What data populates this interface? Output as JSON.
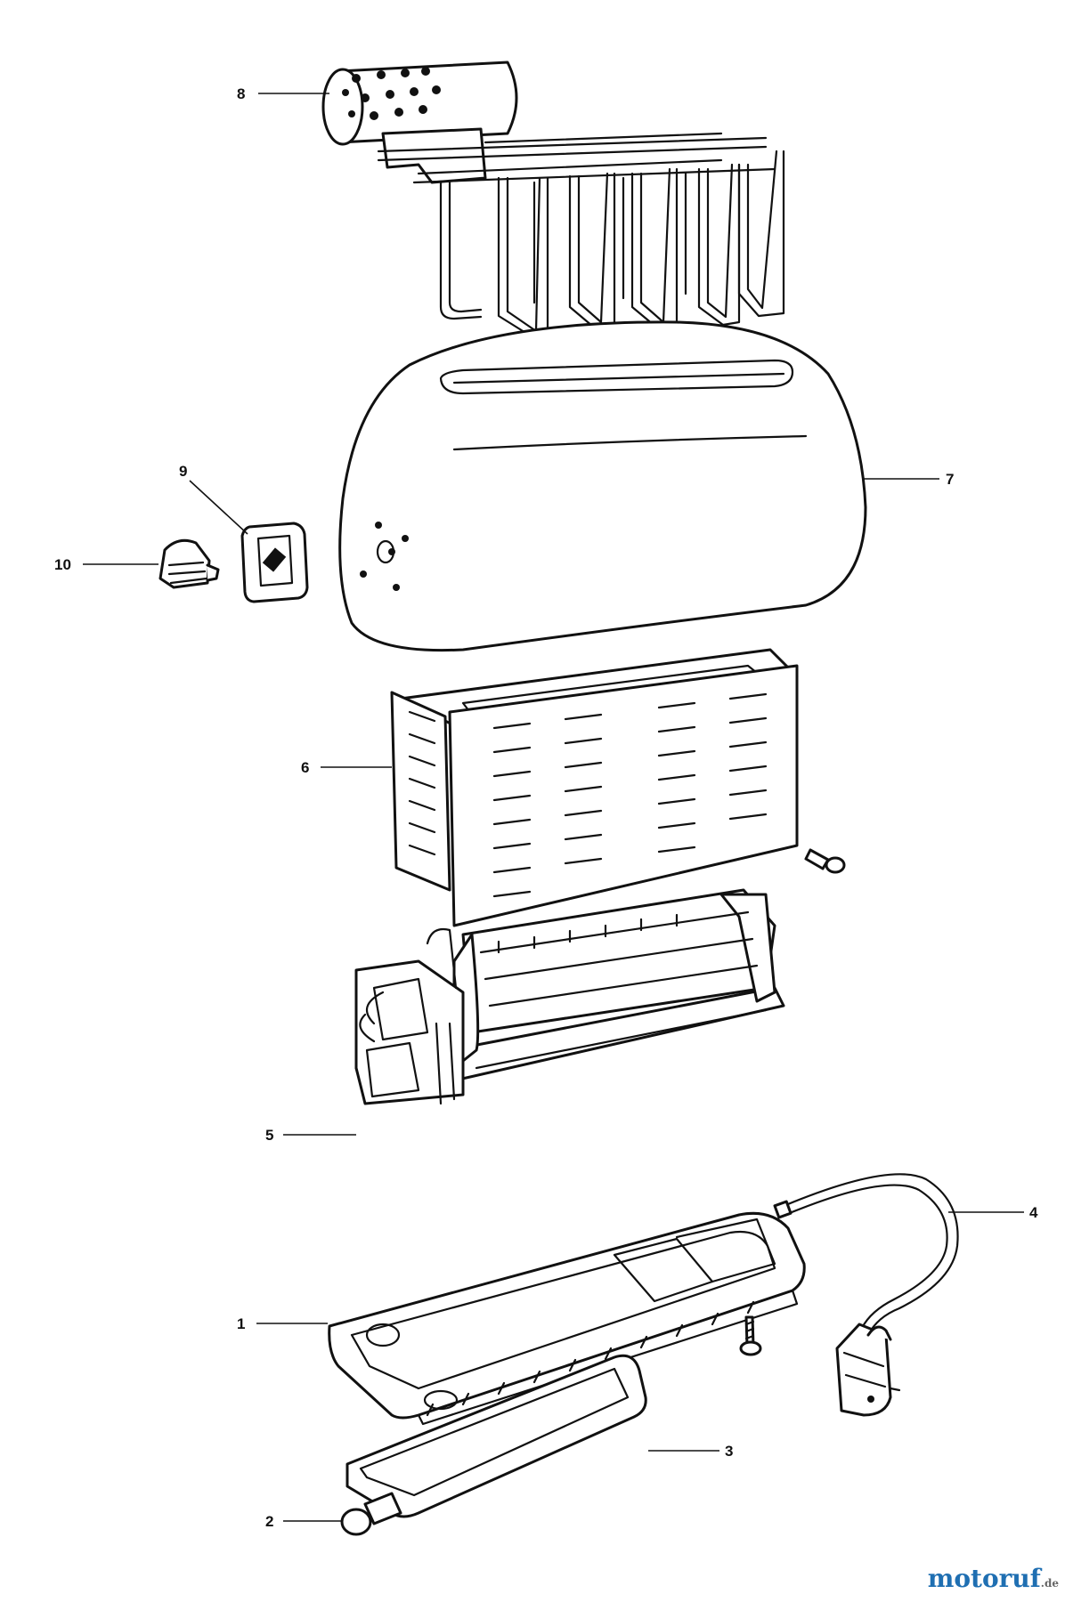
{
  "callouts": [
    {
      "id": "1",
      "label": "1"
    },
    {
      "id": "2",
      "label": "2"
    },
    {
      "id": "3",
      "label": "3"
    },
    {
      "id": "4",
      "label": "4"
    },
    {
      "id": "5",
      "label": "5"
    },
    {
      "id": "6",
      "label": "6"
    },
    {
      "id": "7",
      "label": "7"
    },
    {
      "id": "8",
      "label": "8"
    },
    {
      "id": "9",
      "label": "9"
    },
    {
      "id": "10",
      "label": "10"
    }
  ],
  "watermark": {
    "brand": "motoruf",
    "tld": ".de"
  },
  "colors": {
    "line": "#111111",
    "background": "#ffffff",
    "watermark_brand": "#1f6fb2"
  }
}
